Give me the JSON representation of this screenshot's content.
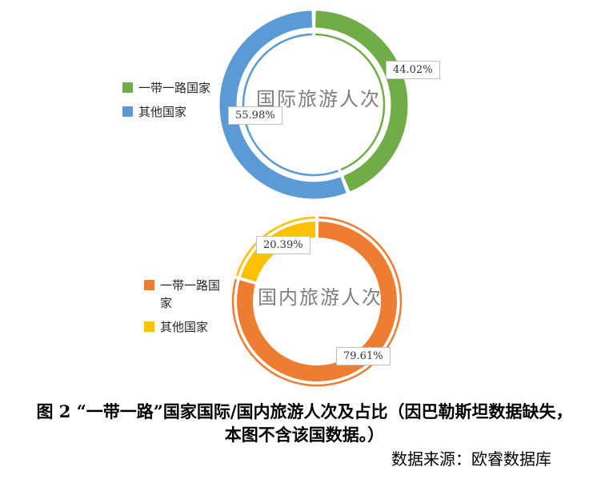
{
  "figure": {
    "caption_line1": "图 2 “一带一路”国家国际/国内旅游人次及占比（因巴勒斯坦数据缺失，",
    "caption_line2": "本图不含该国数据。）",
    "source": "数据来源：欧睿数据库"
  },
  "chart_data": [
    {
      "type": "pie",
      "subtype": "donut",
      "title": "国际旅游人次",
      "legend_position": "left",
      "start_angle_deg": 0,
      "direction": "clockwise",
      "units": "%",
      "series": [
        {
          "name": "一带一路国家",
          "value": 44.02,
          "label": "44.02%",
          "color": "#70AD47"
        },
        {
          "name": "其他国家",
          "value": 55.98,
          "label": "55.98%",
          "color": "#5B9BD5"
        }
      ]
    },
    {
      "type": "pie",
      "subtype": "donut",
      "title": "国内旅游人次",
      "legend_position": "left",
      "start_angle_deg": 0,
      "direction": "clockwise",
      "units": "%",
      "series": [
        {
          "name": "一带一路国家",
          "value": 79.61,
          "label": "79.61%",
          "color": "#ED7D31"
        },
        {
          "name": "其他国家",
          "value": 20.39,
          "label": "20.39%",
          "color": "#FFC000"
        }
      ]
    }
  ]
}
